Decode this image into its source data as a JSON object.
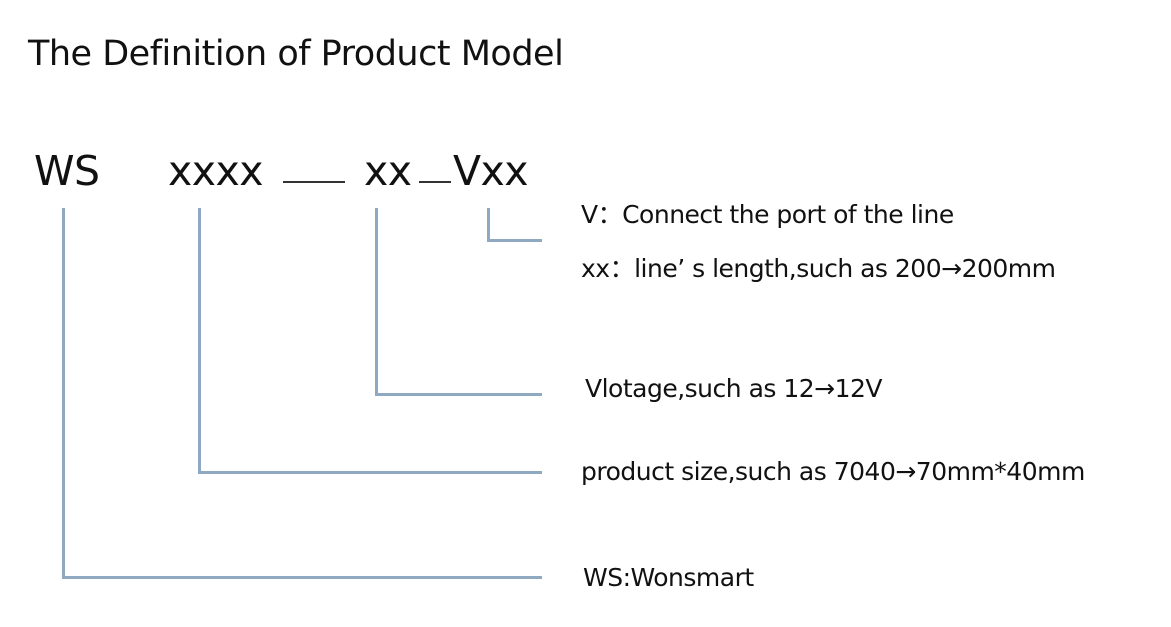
{
  "title": "The Definition of Product Model",
  "model_code": {
    "prefix": "WS",
    "size": "xxxx",
    "voltage": "xx",
    "line": "Vxx"
  },
  "legend": {
    "line_port": "V：Connect the port of the line",
    "line_length": "xx：line’ s length,such as 200→200mm",
    "voltage": "Vlotage,such as 12→12V",
    "size": "product size,such as 7040→70mm*40mm",
    "brand": "WS:Wonsmart"
  },
  "colors": {
    "connector_line": "#8ea9c1",
    "text": "#111111"
  }
}
